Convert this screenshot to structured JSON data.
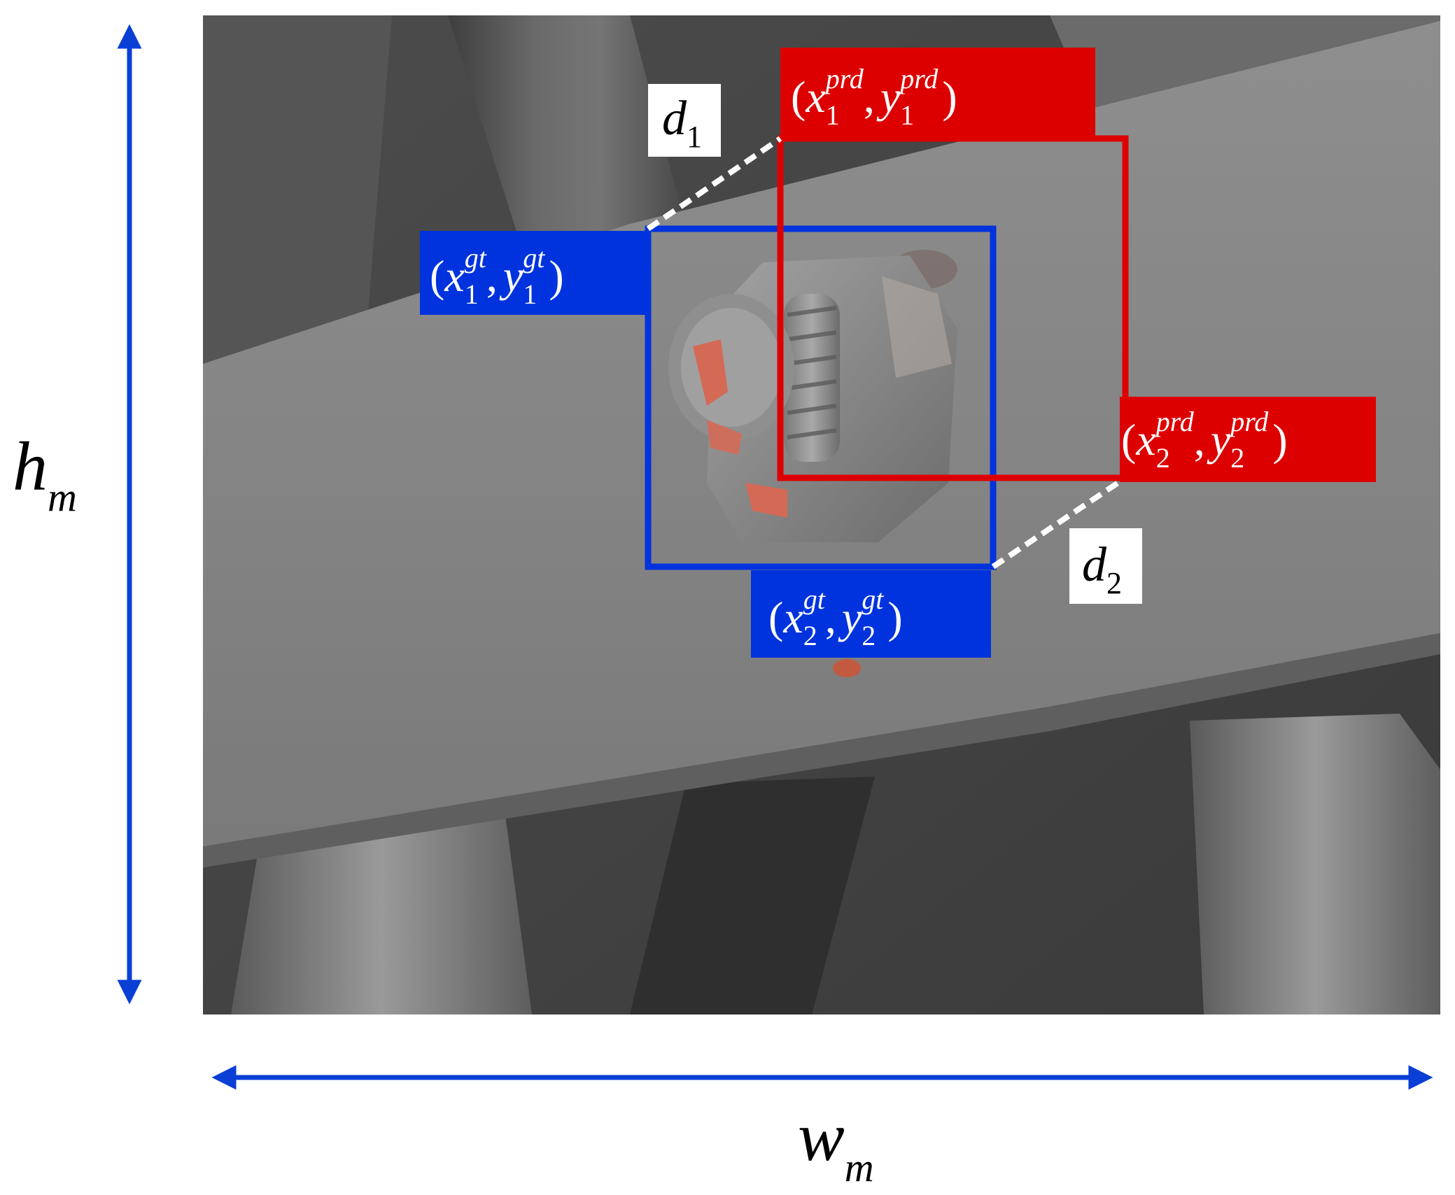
{
  "figure": {
    "image_alt": "Steel bracket with a hex nut and threaded bolt end; predicted and ground-truth bounding boxes overlaid",
    "colors": {
      "ground_truth": "#0033dd",
      "prediction": "#dd0000",
      "dimension_arrows": "#0a3fd6",
      "distance_lines": "#ffffff",
      "distance_label_bg": "#ffffff"
    }
  },
  "labels": {
    "gt_top_left": {
      "paren_open": "(",
      "x": "x",
      "x_sub": "1",
      "x_sup": "gt",
      "comma": ",",
      "y": "y",
      "y_sub": "1",
      "y_sup": "gt",
      "paren_close": ")"
    },
    "gt_bottom_right": {
      "paren_open": "(",
      "x": "x",
      "x_sub": "2",
      "x_sup": "gt",
      "comma": ",",
      "y": "y",
      "y_sub": "2",
      "y_sup": "gt",
      "paren_close": ")"
    },
    "prd_top_left": {
      "paren_open": "(",
      "x": "x",
      "x_sub": "1",
      "x_sup": "prd",
      "comma": ",",
      "y": "y",
      "y_sub": "1",
      "y_sup": "prd",
      "paren_close": ")"
    },
    "prd_bottom_right": {
      "paren_open": "(",
      "x": "x",
      "x_sub": "2",
      "x_sup": "prd",
      "comma": ",",
      "y": "y",
      "y_sub": "2",
      "y_sup": "prd",
      "paren_close": ")"
    },
    "d1": {
      "main": "d",
      "sub": "1"
    },
    "d2": {
      "main": "d",
      "sub": "2"
    },
    "height": {
      "main": "h",
      "sub": "m"
    },
    "width": {
      "main": "w",
      "sub": "m"
    }
  }
}
